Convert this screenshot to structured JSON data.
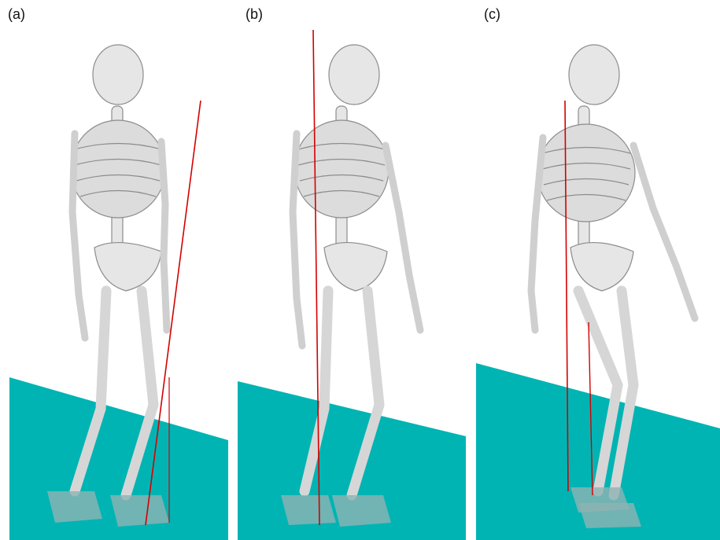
{
  "panels": [
    {
      "label": "(a)"
    },
    {
      "label": "(b)"
    },
    {
      "label": "(c)"
    }
  ],
  "colors": {
    "floor": "#00b4b4",
    "bone": "#e4e4e4",
    "bone_shadow": "#9a9a9a",
    "force_line": "#d40000",
    "foot_plate": "#8fb3b3"
  }
}
